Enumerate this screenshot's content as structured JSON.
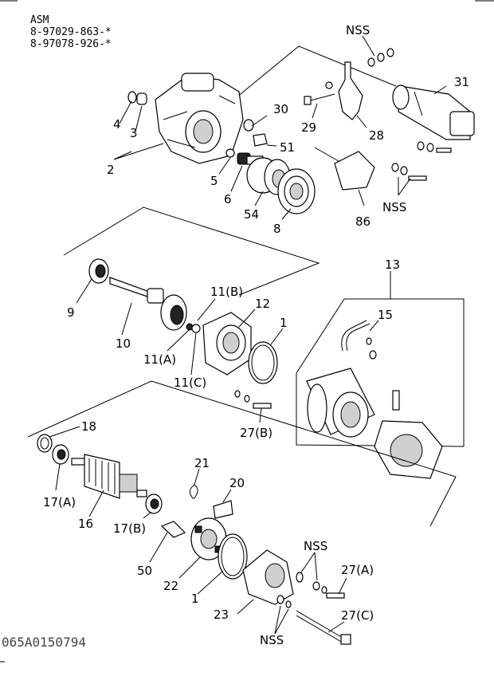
{
  "header": {
    "line1": "ASM",
    "line2": "8-97029-863-*",
    "line3": "8-97078-926-*"
  },
  "labels": {
    "nss_top": "NSS",
    "p31": "31",
    "p30": "30",
    "p29": "29",
    "p28": "28",
    "p51": "51",
    "p4": "4",
    "p3": "3",
    "p2": "2",
    "p5": "5",
    "p6": "6",
    "p54": "54",
    "p8": "8",
    "p86": "86",
    "nss_mid": "NSS",
    "p9": "9",
    "p10": "10",
    "p11b": "11(B)",
    "p12": "12",
    "p11a": "11(A)",
    "p1a": "1",
    "p11c": "11(C)",
    "p13": "13",
    "p15": "15",
    "p27b": "27(B)",
    "p18": "18",
    "p17a": "17(A)",
    "p16": "16",
    "p21": "21",
    "p20": "20",
    "p17b": "17(B)",
    "p50": "50",
    "p22": "22",
    "p1b": "1",
    "nss_bot1": "NSS",
    "p27a": "27(A)",
    "p23": "23",
    "p27c": "27(C)",
    "nss_bot2": "NSS"
  },
  "footer": {
    "reference_code": "065A0150794"
  }
}
